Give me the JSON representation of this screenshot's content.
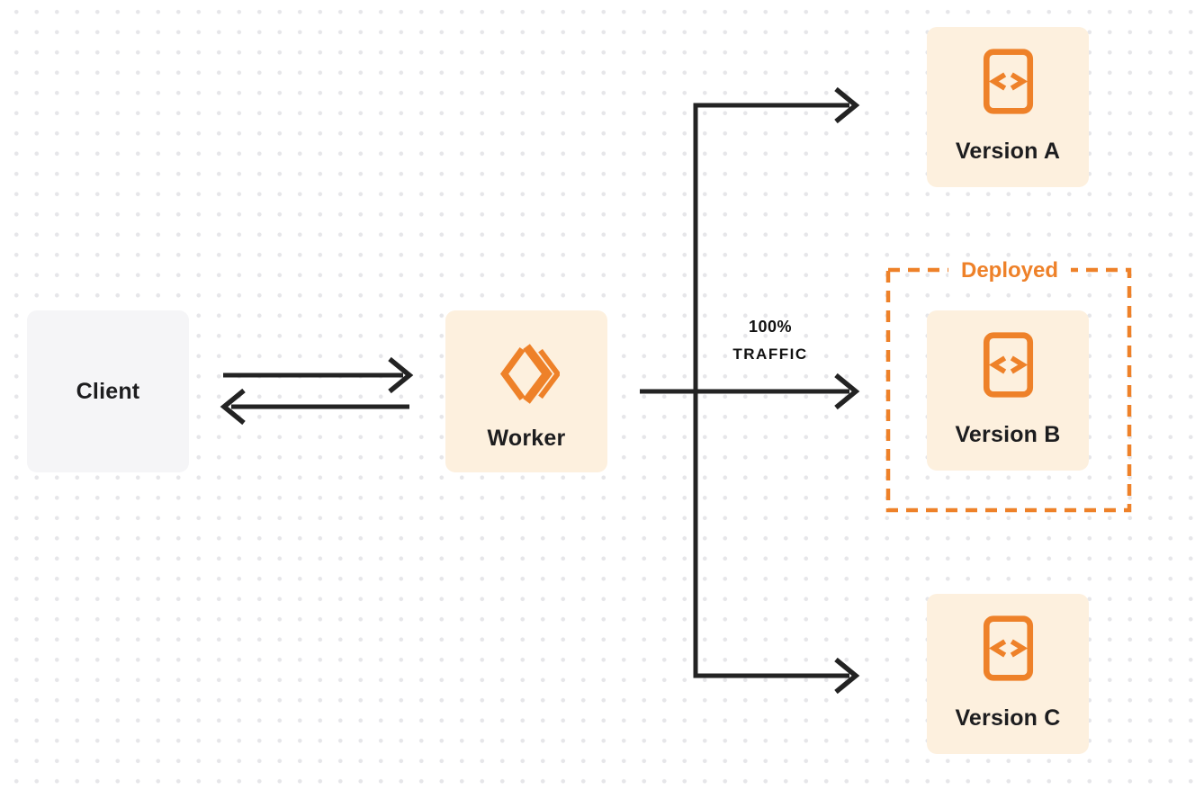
{
  "diagram": {
    "title": "worker-traffic-routing-diagram",
    "nodes": {
      "client": {
        "label": "Client"
      },
      "worker": {
        "label": "Worker"
      },
      "versions": [
        {
          "label": "Version A"
        },
        {
          "label": "Version B"
        },
        {
          "label": "Version C"
        }
      ]
    },
    "deployed_badge": {
      "label": "Deployed"
    },
    "traffic_label": {
      "percent": "100%",
      "word": "TRAFFIC"
    },
    "icons": {
      "worker_logo": "cloudflare-workers-logo",
      "version_code": "code-brackets-icon"
    },
    "colors": {
      "accent_orange": "#EE8129",
      "box_cream": "#FDF0DE",
      "box_gray": "#F5F5F7",
      "line_dark": "#232323",
      "text_dark": "#1D1D1F",
      "dot_gray": "#E6E6E9",
      "bg": "#FFFFFF"
    }
  }
}
